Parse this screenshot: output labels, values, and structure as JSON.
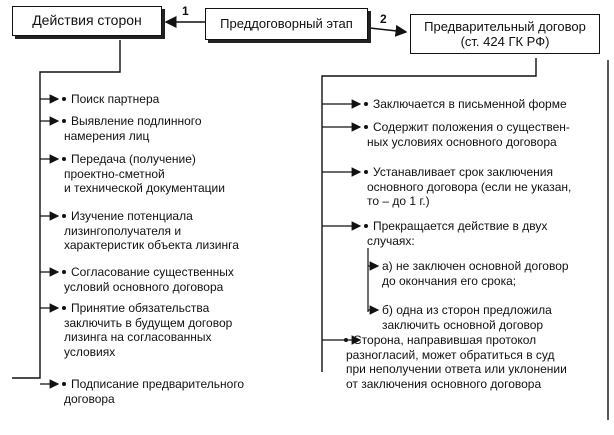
{
  "boxes": {
    "left": "Действия сторон",
    "center": "Преддоговорный этап",
    "right_line1": "Предварительный договор",
    "right_line2": "(ст. 424 ГК РФ)"
  },
  "arrows": {
    "left_number": "1",
    "right_number": "2"
  },
  "left_items": [
    {
      "lines": [
        "Поиск партнера"
      ]
    },
    {
      "lines": [
        "Выявление подлинного",
        "намерения лиц"
      ]
    },
    {
      "lines": [
        "Передача (получение)",
        "проектно-сметной",
        "и технической документации"
      ]
    },
    {
      "lines": [
        "Изучение потенциала",
        "лизингополучателя и",
        "характеристик объекта лизинга"
      ]
    },
    {
      "lines": [
        "Согласование существенных",
        "условий основного договора"
      ]
    },
    {
      "lines": [
        "Принятие обязательства",
        "заключить в будущем договор",
        "лизинга на согласованных",
        "условиях"
      ]
    },
    {
      "lines": [
        "Подписание предварительного",
        "договора"
      ]
    }
  ],
  "right_items": [
    {
      "lines": [
        "Заключается в письменной форме"
      ]
    },
    {
      "lines": [
        "Содержит положения о существен-",
        "ных условиях основного договора"
      ]
    },
    {
      "lines": [
        "Устанавливает срок заключения",
        "основного договора (если не указан,",
        "то – до 1 г.)"
      ]
    },
    {
      "lines": [
        "Прекращается действие в двух",
        "случаях:"
      ]
    },
    {
      "lines": [
        "Сторона, направившая протокол",
        "разногласий, может обратиться в суд",
        "при неполучении ответа или уклонении",
        "от заключения основного договора"
      ]
    }
  ],
  "right_subitems": [
    {
      "lines": [
        "а) не заключен основной договор",
        "до окончания его срока;"
      ]
    },
    {
      "lines": [
        "б) одна из сторон предложила",
        "заключить основной договор"
      ]
    }
  ]
}
